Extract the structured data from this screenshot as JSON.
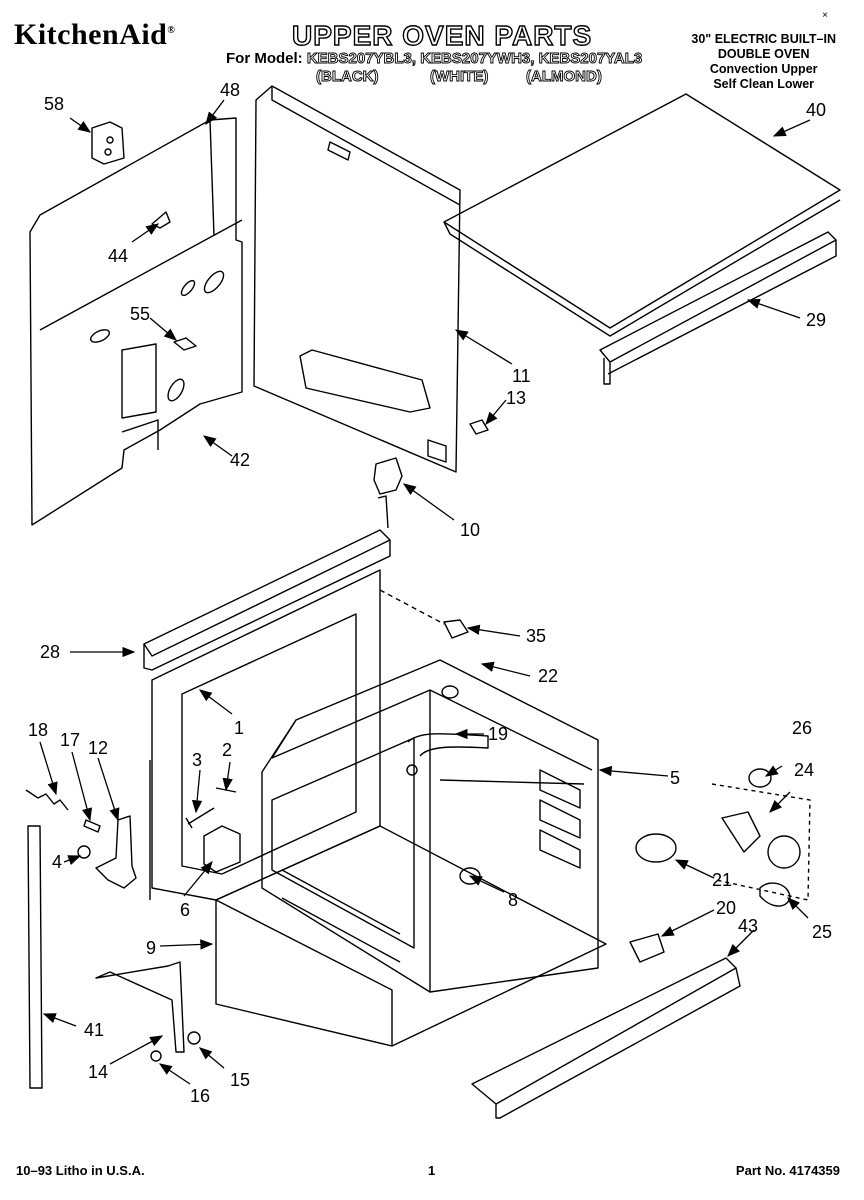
{
  "header": {
    "brand": "KitchenAid",
    "brand_mark": "®",
    "title": "UPPER OVEN PARTS",
    "model_label": "For Model:",
    "models": "KEBS207YBL3, KEBS207YWH3, KEBS207YAL3",
    "variants": [
      "(BLACK)",
      "(WHITE)",
      "(ALMOND)"
    ],
    "corner_mark": "×"
  },
  "description": [
    "30\" ELECTRIC BUILT–IN",
    "DOUBLE OVEN",
    "Convection Upper",
    "Self Clean Lower"
  ],
  "callouts": [
    "58",
    "48",
    "40",
    "44",
    "55",
    "11",
    "13",
    "42",
    "10",
    "29",
    "35",
    "28",
    "22",
    "18",
    "17",
    "12",
    "1",
    "3",
    "2",
    "19",
    "26",
    "24",
    "5",
    "4",
    "6",
    "8",
    "21",
    "9",
    "20",
    "43",
    "25",
    "41",
    "14",
    "15",
    "16"
  ],
  "footer": {
    "date": "10–93 Litho in U.S.A.",
    "page": "1",
    "part_no": "Part No. 4174359"
  }
}
